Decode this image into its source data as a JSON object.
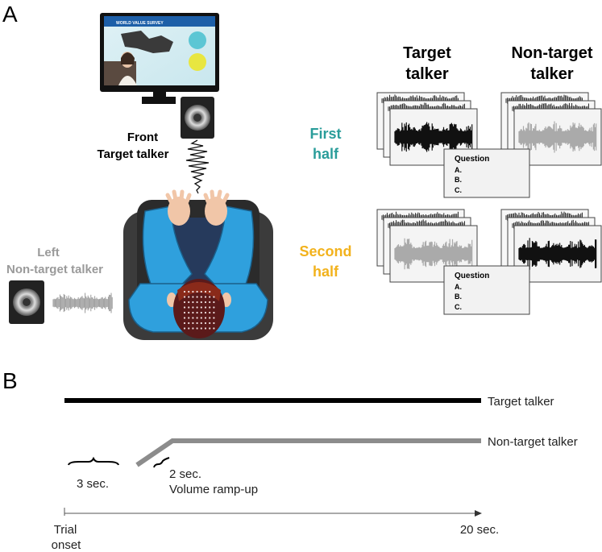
{
  "panel_a": {
    "label": "A",
    "front_label_1": "Front",
    "front_label_2": "Target talker",
    "left_label_1": "Left",
    "left_label_2": "Non-target talker",
    "col_target_1": "Target",
    "col_target_2": "talker",
    "col_nontarget_1": "Non-target",
    "col_nontarget_2": "talker",
    "first_half_1": "First",
    "first_half_2": "half",
    "second_half_1": "Second",
    "second_half_2": "half",
    "question_title": "Question",
    "option_a": "A.",
    "option_b": "B.",
    "option_c": "C.",
    "screen_banner": "WORLD VALUE SURVEY",
    "colors": {
      "first_half": "#2a9d9a",
      "second_half": "#f2b21c",
      "body_blue": "#2fa0dd",
      "gray_text": "#9a9a9a"
    }
  },
  "panel_b": {
    "label": "B",
    "target_label": "Target talker",
    "nontarget_label": "Non-target talker",
    "delay_label": "3 sec.",
    "ramp_label_1": "2 sec.",
    "ramp_label_2": "Volume ramp-up",
    "axis_start_1": "Trial",
    "axis_start_2": "onset",
    "axis_end": "20 sec."
  }
}
